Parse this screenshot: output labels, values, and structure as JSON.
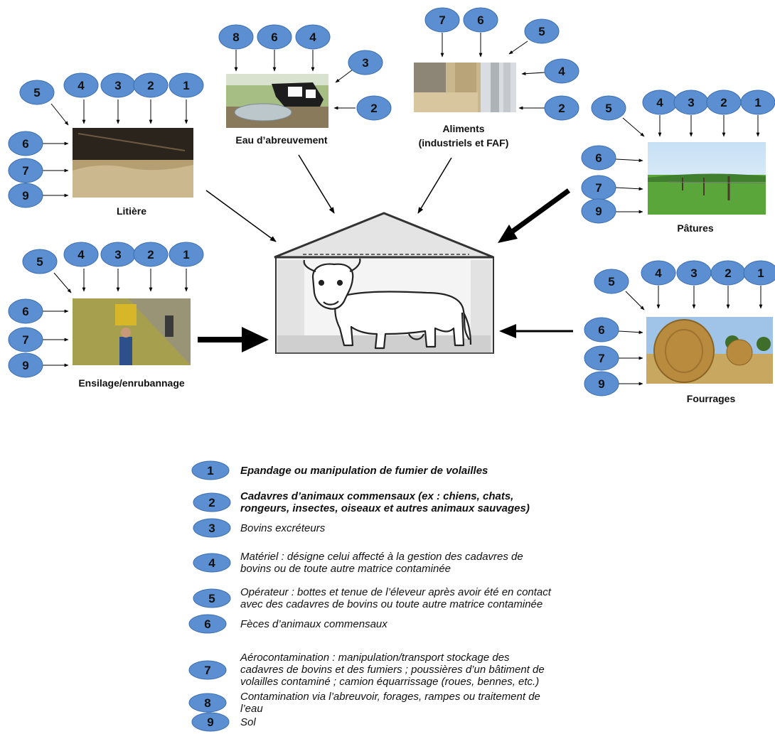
{
  "sources": {
    "litiere": "Litière",
    "eau_line1": "Eau d’abreuvement",
    "aliments_line1": "Aliments",
    "aliments_line2": "(industriels et FAF)",
    "patures": "Pâtures",
    "ensilage": "Ensilage/enrubannage",
    "fourrages": "Fourrages"
  },
  "legend": [
    {
      "num": "1",
      "lines": [
        "Epandage ou manipulation de fumier de volailles"
      ],
      "bold": true
    },
    {
      "num": "2",
      "lines": [
        "Cadavres d’animaux commensaux (ex : chiens, chats,",
        "rongeurs, insectes, oiseaux et autres animaux sauvages)"
      ],
      "bold": true
    },
    {
      "num": "3",
      "lines": [
        "Bovins excréteurs"
      ],
      "bold": false
    },
    {
      "num": "4",
      "lines": [
        "Matériel : désigne celui affecté à la gestion des cadavres de",
        "bovins ou de toute autre matrice contaminée"
      ],
      "bold": false
    },
    {
      "num": "5",
      "lines": [
        "Opérateur : bottes et tenue de l’éleveur après avoir été en contact",
        "avec des cadavres de bovins ou toute autre matrice contaminée"
      ],
      "bold": false
    },
    {
      "num": "6",
      "lines": [
        "Fèces d’animaux commensaux"
      ],
      "bold": false
    },
    {
      "num": "7",
      "lines": [
        "Aérocontamination : manipulation/transport stockage des",
        "cadavres de bovins et des fumiers ; poussières d’un bâtiment de",
        "volailles contaminé ; camion équarrissage (roues, bennes, etc.)"
      ],
      "bold": false
    },
    {
      "num": "8",
      "lines": [
        "Contamination via l’abreuvoir, forages, rampes ou traitement de",
        "l’eau"
      ],
      "bold": false
    },
    {
      "num": "9",
      "lines": [
        "Sol"
      ],
      "bold": false
    }
  ],
  "colors": {
    "bubble": "#5b8fd1",
    "bubble_edge": "#3d6fb0",
    "arrow": "#000000"
  }
}
